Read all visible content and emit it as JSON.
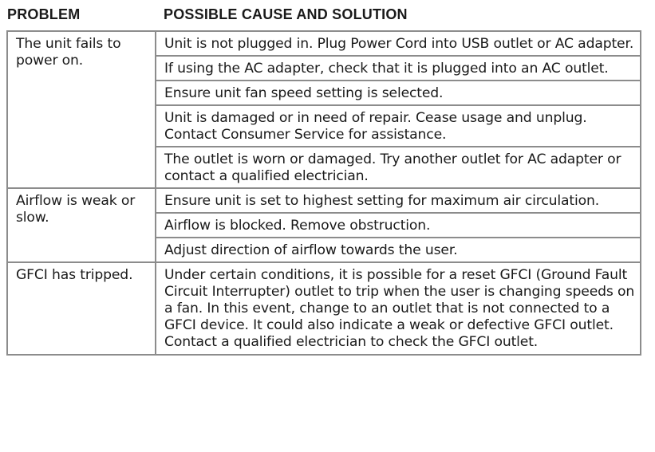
{
  "headers": {
    "problem": "PROBLEM",
    "cause": "POSSIBLE CAUSE AND SOLUTION"
  },
  "rows": [
    {
      "problem": "The unit fails to power on.",
      "causes": [
        "Unit is not plugged in. Plug Power Cord into USB outlet or AC adapter.",
        "If using the AC adapter, check that it is plugged into an AC outlet.",
        "Ensure unit fan speed setting is selected.",
        "Unit is damaged or in need of repair. Cease usage and unplug. Contact Consumer Service for assistance.",
        "The outlet is worn or damaged. Try another outlet for AC adapter or contact a qualified electrician."
      ]
    },
    {
      "problem": "Airflow is weak or slow.",
      "causes": [
        "Ensure unit is set to highest setting for maximum air circulation.",
        "Airflow is blocked. Remove obstruction.",
        "Adjust direction of airflow towards the user."
      ]
    },
    {
      "problem": "GFCI has tripped.",
      "causes": [
        "Under certain conditions, it is possible for a reset GFCI (Ground Fault Circuit Interrupter) outlet to trip when the user is changing speeds on a fan. In this event, change to an outlet that is not connected to a GFCI device. It could also indicate a weak or defective GFCI outlet. Contact a qualified electrician to check the GFCI outlet."
      ]
    }
  ]
}
